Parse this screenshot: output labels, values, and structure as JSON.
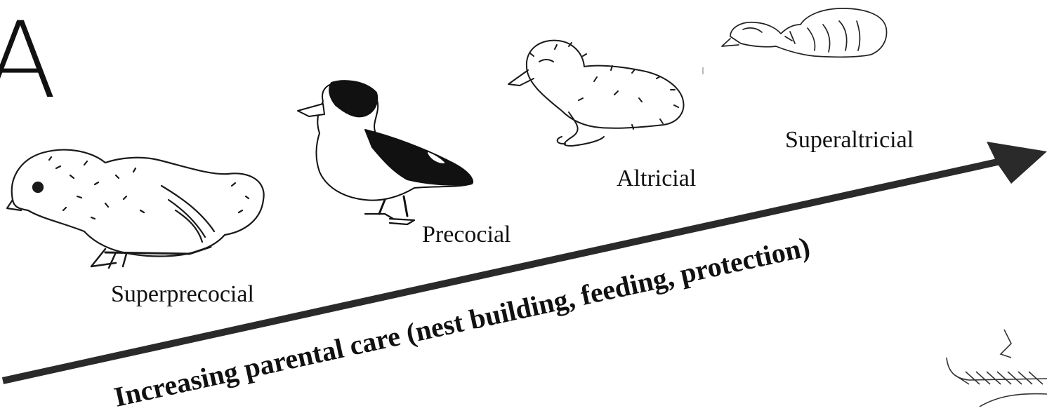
{
  "figure": {
    "panel_letter": "A",
    "axis_caption": "Increasing parental care (nest building, feeding, protection)",
    "stages": [
      {
        "key": "superprecocial",
        "label": "Superprecocial"
      },
      {
        "key": "precocial",
        "label": "Precocial"
      },
      {
        "key": "altricial",
        "label": "Altricial"
      },
      {
        "key": "superaltricial",
        "label": "Superaltricial"
      }
    ]
  }
}
